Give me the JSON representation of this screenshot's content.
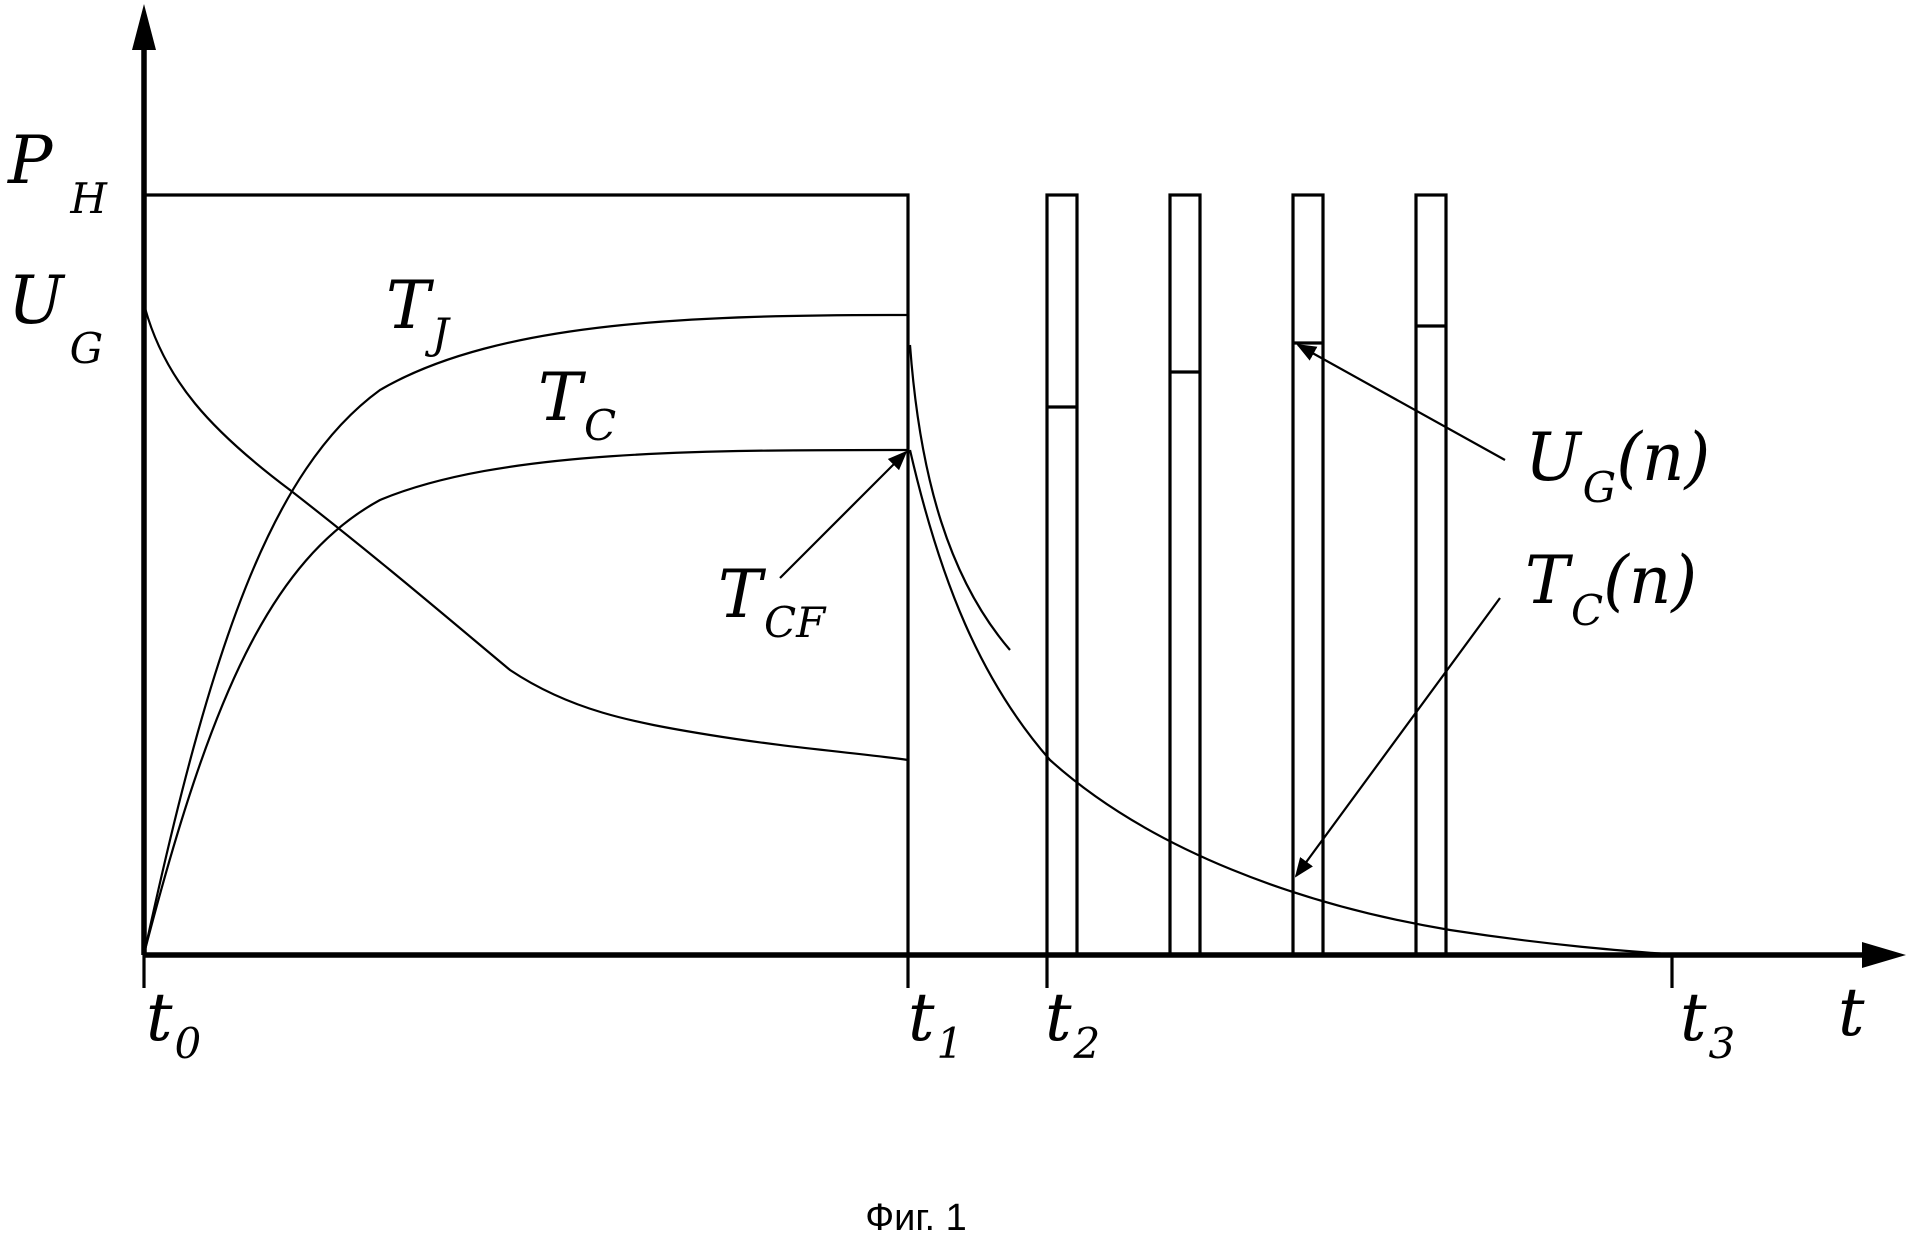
{
  "axes": {
    "y_labels": [
      {
        "main": "P",
        "sub": "H"
      },
      {
        "main": "U",
        "sub": "G"
      }
    ],
    "x_label": "t",
    "time_ticks": [
      {
        "main": "t",
        "sub": "0"
      },
      {
        "main": "t",
        "sub": "1"
      },
      {
        "main": "t",
        "sub": "2"
      },
      {
        "main": "t",
        "sub": "3"
      }
    ]
  },
  "curves": {
    "tj": {
      "main": "T",
      "sub": "J"
    },
    "tc": {
      "main": "T",
      "sub": "C"
    },
    "tcf": {
      "main": "T",
      "sub": "CF"
    },
    "ugn": {
      "main": "U",
      "sub": "G",
      "suffix": "(n)"
    },
    "tcn": {
      "main": "T",
      "sub": "C",
      "suffix": "(n)"
    }
  },
  "pulse_count": 4,
  "caption": "Фиг. 1"
}
